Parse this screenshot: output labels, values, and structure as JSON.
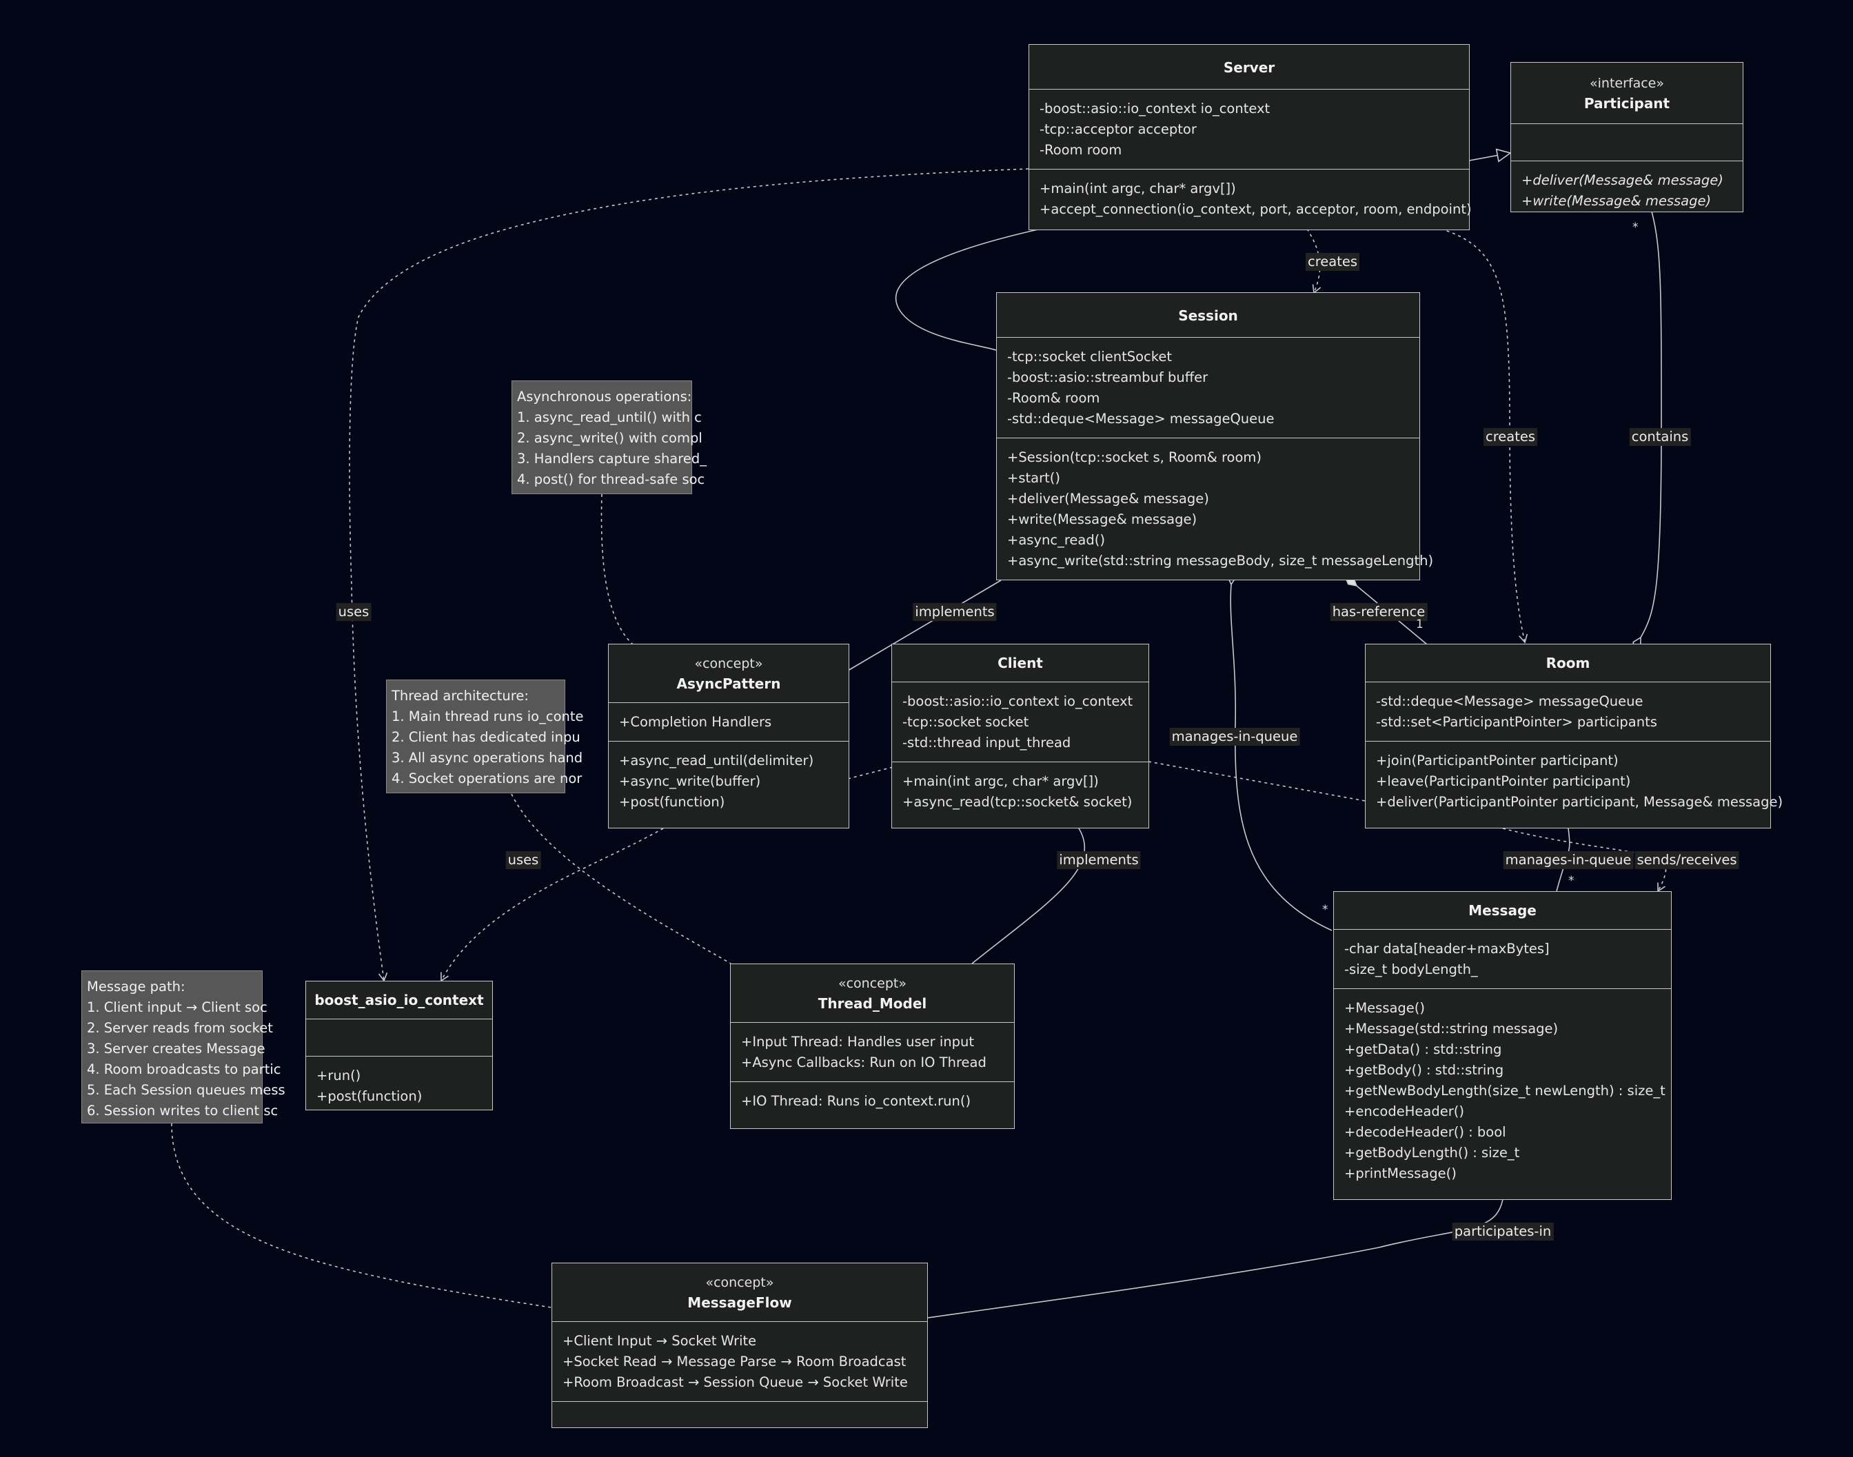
{
  "classes": {
    "server": {
      "name": "Server",
      "attributes": [
        "-boost::asio::io_context io_context",
        "-tcp::acceptor acceptor",
        "-Room room"
      ],
      "methods": [
        "+main(int argc, char* argv[])",
        "+accept_connection(io_context, port, acceptor, room, endpoint)"
      ]
    },
    "participant": {
      "stereotype": "«interface»",
      "name": "Participant",
      "attributes": [],
      "methods": [
        "+deliver(Message& message)",
        "+write(Message& message)"
      ]
    },
    "session": {
      "name": "Session",
      "attributes": [
        "-tcp::socket clientSocket",
        "-boost::asio::streambuf buffer",
        "-Room& room",
        "-std::deque<Message> messageQueue"
      ],
      "methods": [
        "+Session(tcp::socket s, Room& room)",
        "+start()",
        "+deliver(Message& message)",
        "+write(Message& message)",
        "+async_read()",
        "+async_write(std::string messageBody, size_t messageLength)"
      ]
    },
    "async_pattern": {
      "stereotype": "«concept»",
      "name": "AsyncPattern",
      "attributes": [
        "+Completion Handlers"
      ],
      "methods": [
        "+async_read_until(delimiter)",
        "+async_write(buffer)",
        "+post(function)"
      ]
    },
    "client": {
      "name": "Client",
      "attributes": [
        "-boost::asio::io_context io_context",
        "-tcp::socket socket",
        "-std::thread input_thread"
      ],
      "methods": [
        "+main(int argc, char* argv[])",
        "+async_read(tcp::socket& socket)"
      ]
    },
    "room": {
      "name": "Room",
      "attributes": [
        "-std::deque<Message> messageQueue",
        "-std::set<ParticipantPointer> participants"
      ],
      "methods": [
        "+join(ParticipantPointer participant)",
        "+leave(ParticipantPointer participant)",
        "+deliver(ParticipantPointer participant, Message& message)"
      ]
    },
    "message": {
      "name": "Message",
      "attributes": [
        "-char data[header+maxBytes]",
        "-size_t bodyLength_"
      ],
      "methods": [
        "+Message()",
        "+Message(std::string message)",
        "+getData() : std::string",
        "+getBody() : std::string",
        "+getNewBodyLength(size_t newLength) : size_t",
        "+encodeHeader()",
        "+decodeHeader() : bool",
        "+getBodyLength() : size_t",
        "+printMessage()"
      ]
    },
    "io_context": {
      "name": "boost_asio_io_context",
      "attributes": [],
      "methods": [
        "+run()",
        "+post(function)"
      ]
    },
    "thread_model": {
      "stereotype": "«concept»",
      "name": "Thread_Model",
      "attributes": [
        "+Input Thread: Handles user input",
        "+Async Callbacks: Run on IO Thread"
      ],
      "methods": [
        "+IO Thread: Runs io_context.run()"
      ]
    },
    "message_flow": {
      "stereotype": "«concept»",
      "name": "MessageFlow",
      "attributes": [
        "+Client Input → Socket Write",
        "+Socket Read → Message Parse → Room Broadcast",
        "+Room Broadcast → Session Queue → Socket Write"
      ],
      "methods": []
    }
  },
  "notes": {
    "async_ops": [
      "Asynchronous operations:",
      "1. async_read_until() with c",
      "2. async_write() with compl",
      "3. Handlers capture shared_",
      "4. post() for thread-safe soc"
    ],
    "thread_arch": [
      "Thread architecture:",
      "1. Main thread runs io_conte",
      "2. Client has dedicated inpu",
      "3. All async operations hand",
      "4. Socket operations are nor"
    ],
    "message_path": [
      "Message path:",
      "1. Client input → Client soc",
      "2. Server reads from socket",
      "3. Server creates Message",
      "4. Room broadcasts to partic",
      "5. Each Session queues mess",
      "6. Session writes to client sc"
    ]
  },
  "edge_labels": {
    "server_session": "creates",
    "server_room": "creates",
    "participant_room": "contains",
    "server_io": "uses",
    "session_async": "implements",
    "session_room": "has-reference",
    "session_message": "manages-in-queue",
    "async_io": "uses",
    "client_thread": "implements",
    "room_message": "manages-in-queue",
    "client_message": "sends/receives",
    "message_flow": "participates-in"
  },
  "multiplicities": {
    "participant_room": "*",
    "session_room": "1",
    "session_message": "*",
    "room_message": "*"
  },
  "colors": {
    "background": "#020617",
    "box_fill": "#1f2020",
    "note_fill": "#575757",
    "edge": "#c8c8c8"
  }
}
